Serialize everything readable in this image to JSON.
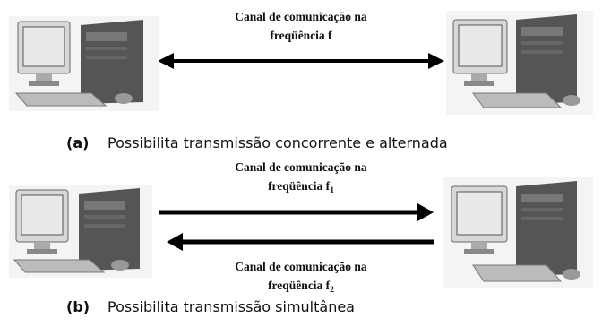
{
  "panel_a": {
    "channel_line1": "Canal de comunicação na",
    "channel_line2": "freqüência f",
    "caption_tag": "(a)",
    "caption_text": "Possibilita transmissão concorrente e alternada"
  },
  "panel_b": {
    "channel1_line1": "Canal de comunicação na",
    "channel1_line2": "freqüência f",
    "channel1_sub": "1",
    "channel2_line1": "Canal de comunicação na",
    "channel2_line2": "freqüência f",
    "channel2_sub": "2",
    "caption_tag": "(b)",
    "caption_text": "Possibilita transmissão simultânea"
  }
}
